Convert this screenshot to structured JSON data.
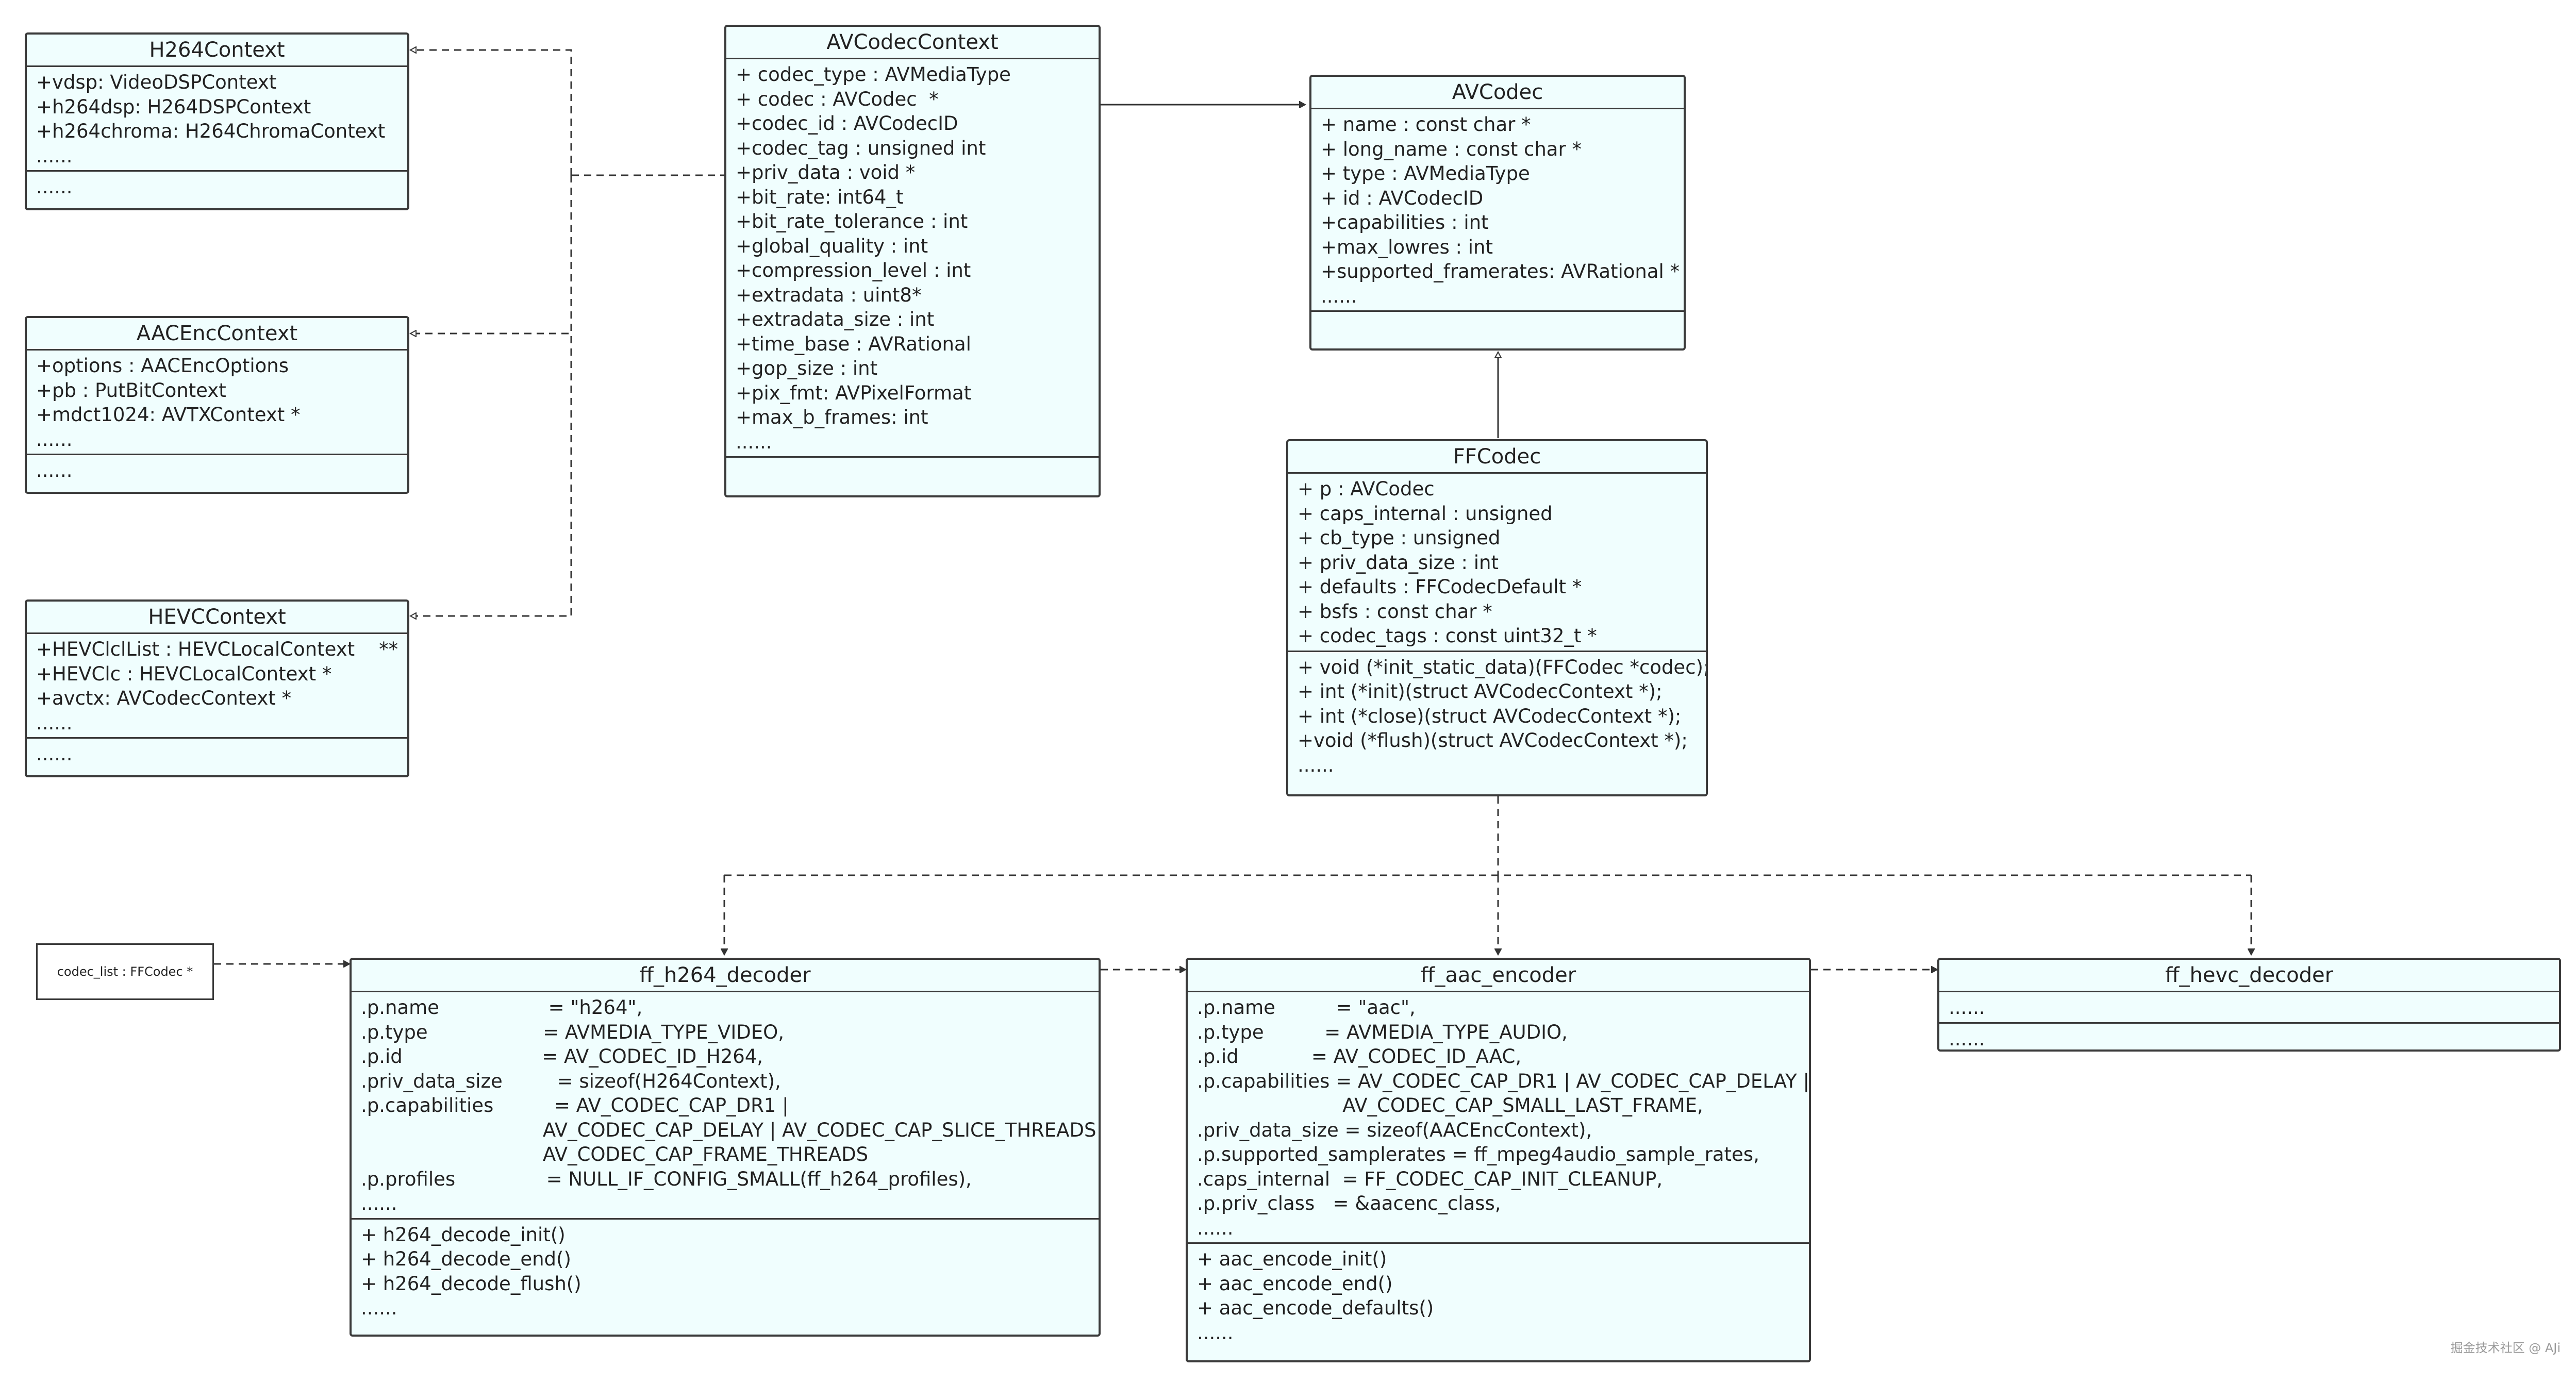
{
  "classes": {
    "h264ctx": {
      "name": "H264Context",
      "attributes": [
        "+vdsp: VideoDSPContext",
        "+h264dsp: H264DSPContext",
        "+h264chroma: H264ChromaContext",
        "......"
      ],
      "methods": [
        "......"
      ]
    },
    "aacenc": {
      "name": "AACEncContext",
      "attributes": [
        "+options : AACEncOptions",
        "+pb : PutBitContext",
        "+mdct1024: AVTXContext *",
        "......"
      ],
      "methods": [
        "......"
      ]
    },
    "hevcctx": {
      "name": "HEVCContext",
      "attributes": [
        "+HEVClclList : HEVCLocalContext    **",
        "+HEVClc : HEVCLocalContext *",
        "+avctx: AVCodecContext *",
        "......"
      ],
      "methods": [
        "......"
      ]
    },
    "avcodecctx": {
      "name": "AVCodecContext",
      "attributes": [
        "+ codec_type : AVMediaType",
        "+ codec : AVCodec  *",
        "+codec_id : AVCodecID",
        "+codec_tag : unsigned int",
        "+priv_data : void *",
        "+bit_rate: int64_t",
        "+bit_rate_tolerance : int",
        "+global_quality : int",
        "+compression_level : int",
        "+extradata : uint8*",
        "+extradata_size : int",
        "+time_base : AVRational",
        "+gop_size : int",
        "+pix_fmt: AVPixelFormat",
        "+max_b_frames: int",
        "......"
      ],
      "methods": []
    },
    "avcodec": {
      "name": "AVCodec",
      "attributes": [
        "+ name : const char *",
        "+ long_name : const char *",
        "+ type : AVMediaType",
        "+ id : AVCodecID",
        "+capabilities : int",
        "+max_lowres : int",
        "+supported_framerates: AVRational *",
        "......"
      ],
      "methods": []
    },
    "ffcodec": {
      "name": "FFCodec",
      "attributes": [
        "+ p : AVCodec",
        "+ caps_internal : unsigned",
        "+ cb_type : unsigned",
        "+ priv_data_size : int",
        "+ defaults : FFCodecDefault *",
        "+ bsfs : const char *",
        "+ codec_tags : const uint32_t *"
      ],
      "methods": [
        "+ void (*init_static_data)(FFCodec *codec);",
        "+ int (*init)(struct AVCodecContext *);",
        "+ int (*close)(struct AVCodecContext *);",
        "+void (*flush)(struct AVCodecContext *);",
        "......"
      ]
    },
    "h264dec": {
      "name": "ff_h264_decoder",
      "attributes": [
        ".p.name                  = \"h264\",",
        ".p.type                   = AVMEDIA_TYPE_VIDEO,",
        ".p.id                       = AV_CODEC_ID_H264,",
        ".priv_data_size         = sizeof(H264Context),",
        ".p.capabilities          = AV_CODEC_CAP_DR1 |",
        "                              AV_CODEC_CAP_DELAY | AV_CODEC_CAP_SLICE_THREADS |",
        "                              AV_CODEC_CAP_FRAME_THREADS",
        ".p.profiles               = NULL_IF_CONFIG_SMALL(ff_h264_profiles),",
        "......"
      ],
      "methods": [
        "+ h264_decode_init()",
        "+ h264_decode_end()",
        "+ h264_decode_flush()",
        "......"
      ]
    },
    "aacencoder": {
      "name": "ff_aac_encoder",
      "attributes": [
        ".p.name          = \"aac\",",
        ".p.type          = AVMEDIA_TYPE_AUDIO,",
        ".p.id            = AV_CODEC_ID_AAC,",
        ".p.capabilities = AV_CODEC_CAP_DR1 | AV_CODEC_CAP_DELAY |",
        "                        AV_CODEC_CAP_SMALL_LAST_FRAME,",
        ".priv_data_size = sizeof(AACEncContext),",
        ".p.supported_samplerates = ff_mpeg4audio_sample_rates,",
        ".caps_internal  = FF_CODEC_CAP_INIT_CLEANUP,",
        ".p.priv_class   = &aacenc_class,",
        "......"
      ],
      "methods": [
        "+ aac_encode_init()",
        "+ aac_encode_end()",
        "+ aac_encode_defaults()",
        "......"
      ]
    },
    "hevcdec": {
      "name": "ff_hevc_decoder",
      "attributes": [
        "......"
      ],
      "methods": [
        "......"
      ]
    }
  },
  "note": "codec_list : FFCodec *",
  "watermark": "掘金技术社区 @ AJi",
  "colors": {
    "box_fill": "#f0fefe",
    "border": "#3a3a3a",
    "line": "#333333"
  }
}
